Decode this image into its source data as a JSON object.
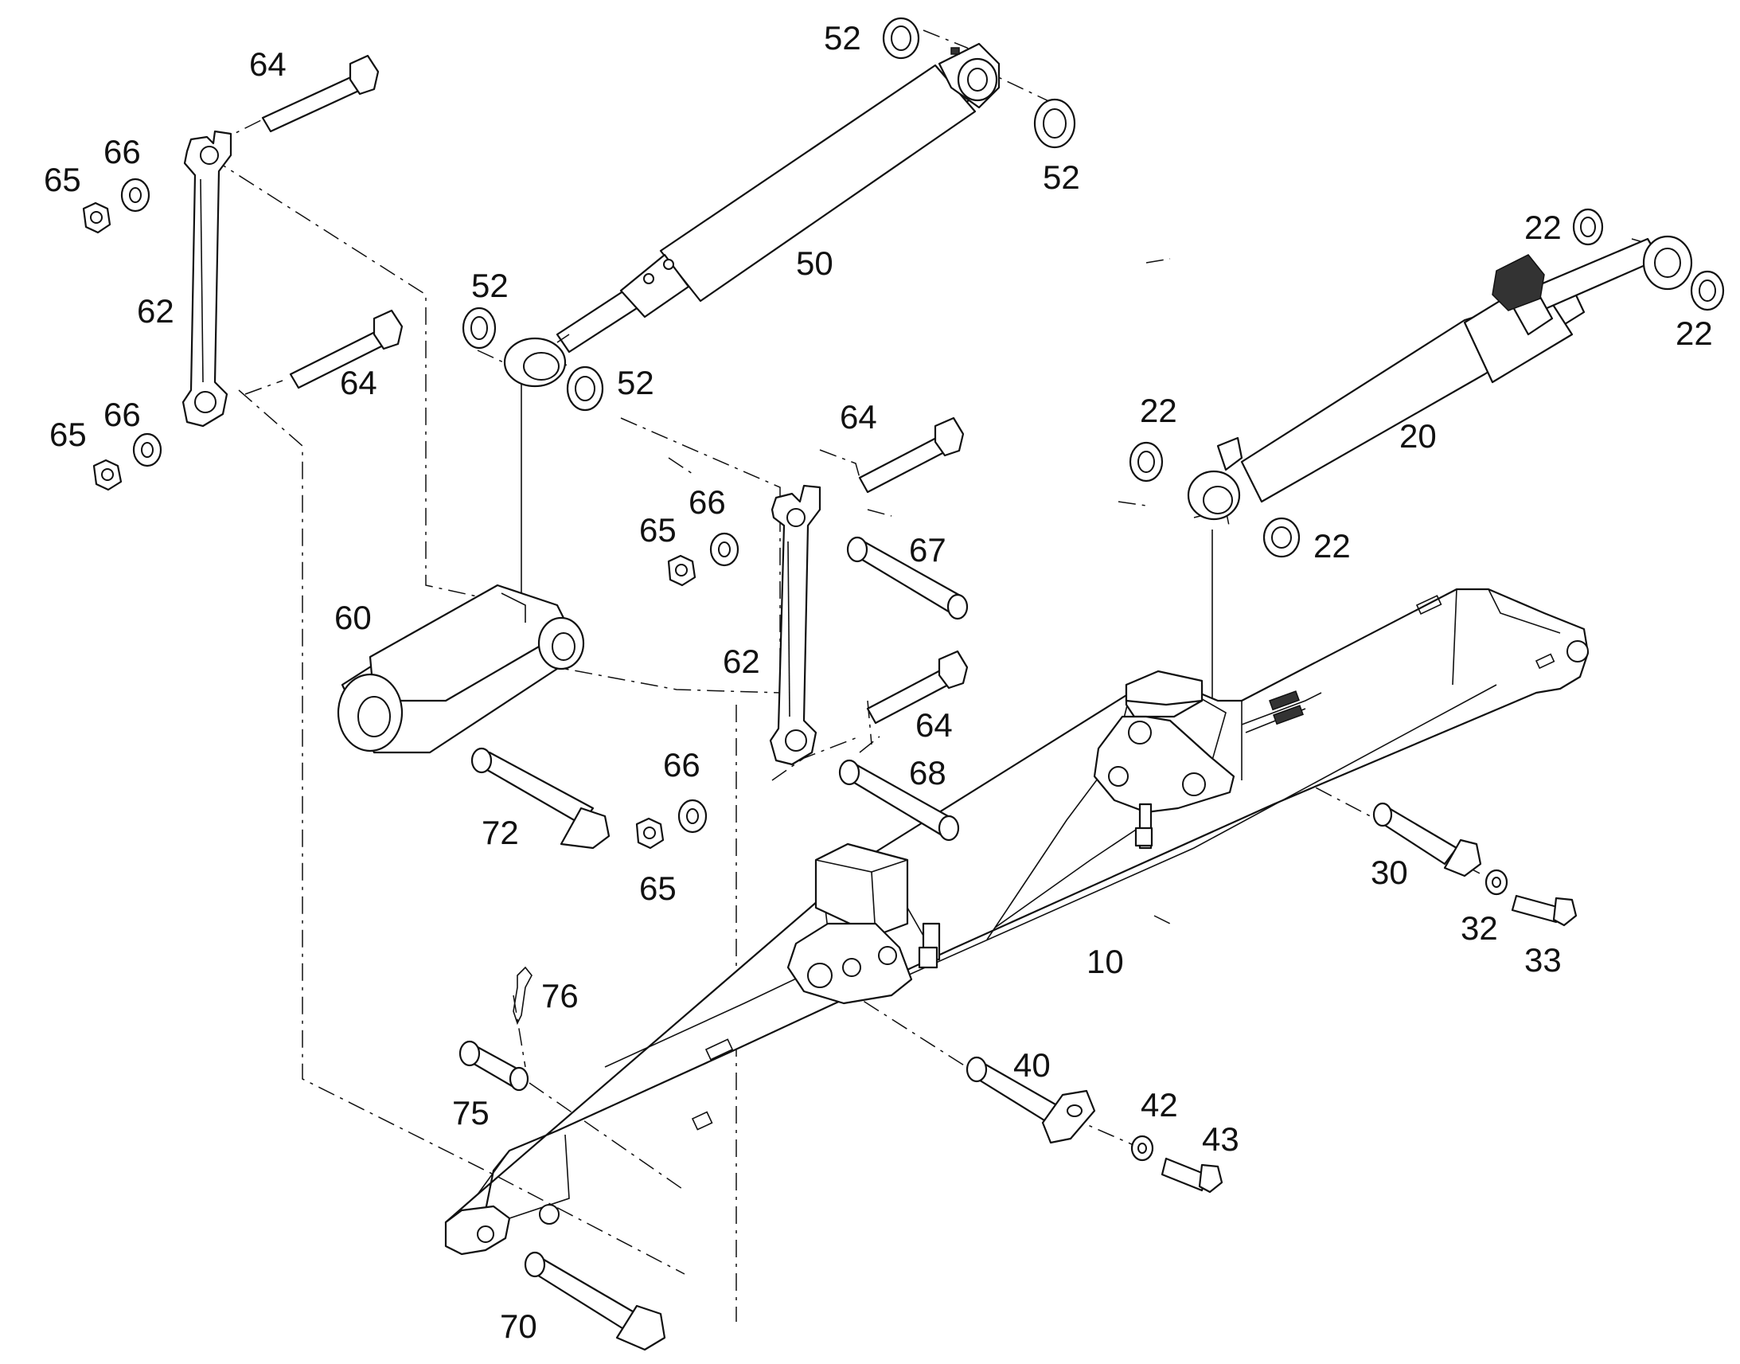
{
  "diagram": {
    "callouts": {
      "c64a": "64",
      "c66a": "66",
      "c65a": "65",
      "c62a": "62",
      "c64b": "64",
      "c66b": "66",
      "c65b": "65",
      "c52a": "52",
      "c52b": "52",
      "c50": "50",
      "c52c": "52",
      "c52d": "52",
      "c22a": "22",
      "c22b": "22",
      "c22c": "22",
      "c20": "20",
      "c22d": "22",
      "c64c": "64",
      "c66c": "66",
      "c65c": "65",
      "c67": "67",
      "c60": "60",
      "c62b": "62",
      "c64d": "64",
      "c68": "68",
      "c66d": "66",
      "c72": "72",
      "c65d": "65",
      "c30": "30",
      "c32": "32",
      "c33": "33",
      "c10": "10",
      "c76": "76",
      "c40": "40",
      "c75": "75",
      "c42": "42",
      "c43": "43",
      "c70": "70"
    }
  }
}
